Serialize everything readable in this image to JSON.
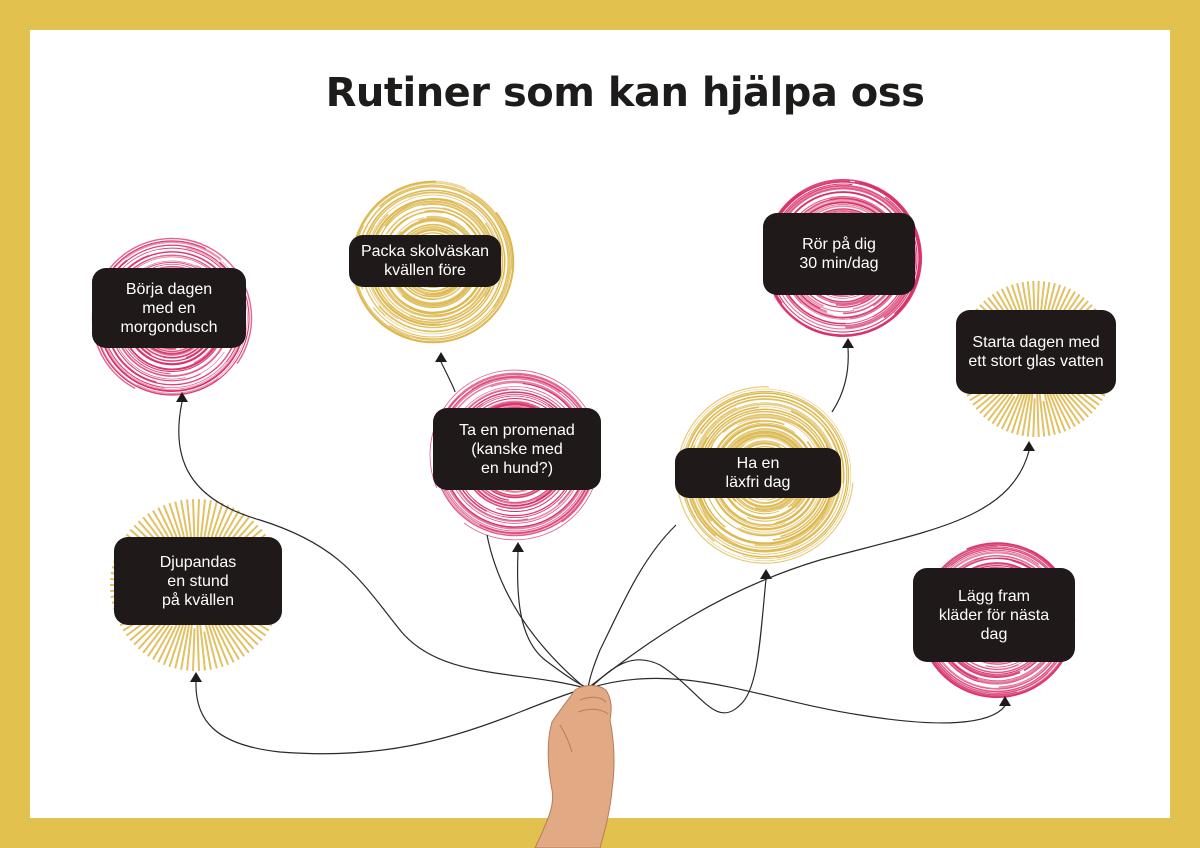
{
  "title": "Rutiner som kan hjälpa oss",
  "colors": {
    "frame": "#e3c14f",
    "pink": "#d8336b",
    "gold": "#dcb64a",
    "label_bg": "#1f1a19",
    "string": "#2a2a2a"
  },
  "balloons": [
    {
      "id": "borja-dagen",
      "text": "Börja dagen\nmed en\nmorgondusch",
      "color": "pink",
      "style": "scribble"
    },
    {
      "id": "packa-skolvaskan",
      "text": "Packa skolväskan\nkvällen före",
      "color": "gold",
      "style": "scribble"
    },
    {
      "id": "ror-pa-dig",
      "text": "Rör på dig\n30 min/dag",
      "color": "pink",
      "style": "scribble"
    },
    {
      "id": "starta-dagen",
      "text": "Starta dagen med\nett stort glas vatten",
      "color": "gold",
      "style": "burst"
    },
    {
      "id": "ta-en-promenad",
      "text": "Ta en promenad\n(kanske med\nen hund?)",
      "color": "pink",
      "style": "scribble"
    },
    {
      "id": "ha-en-laxfri-dag",
      "text": "Ha en\nläxfri dag",
      "color": "gold",
      "style": "scribble"
    },
    {
      "id": "djupandas",
      "text": "Djupandas\nen stund\npå kvällen",
      "color": "gold",
      "style": "burst"
    },
    {
      "id": "lagg-fram-klader",
      "text": "Lägg fram\nkläder för nästa\ndag",
      "color": "pink",
      "style": "scribble"
    }
  ],
  "hand": {
    "icon": "hand-icon"
  }
}
